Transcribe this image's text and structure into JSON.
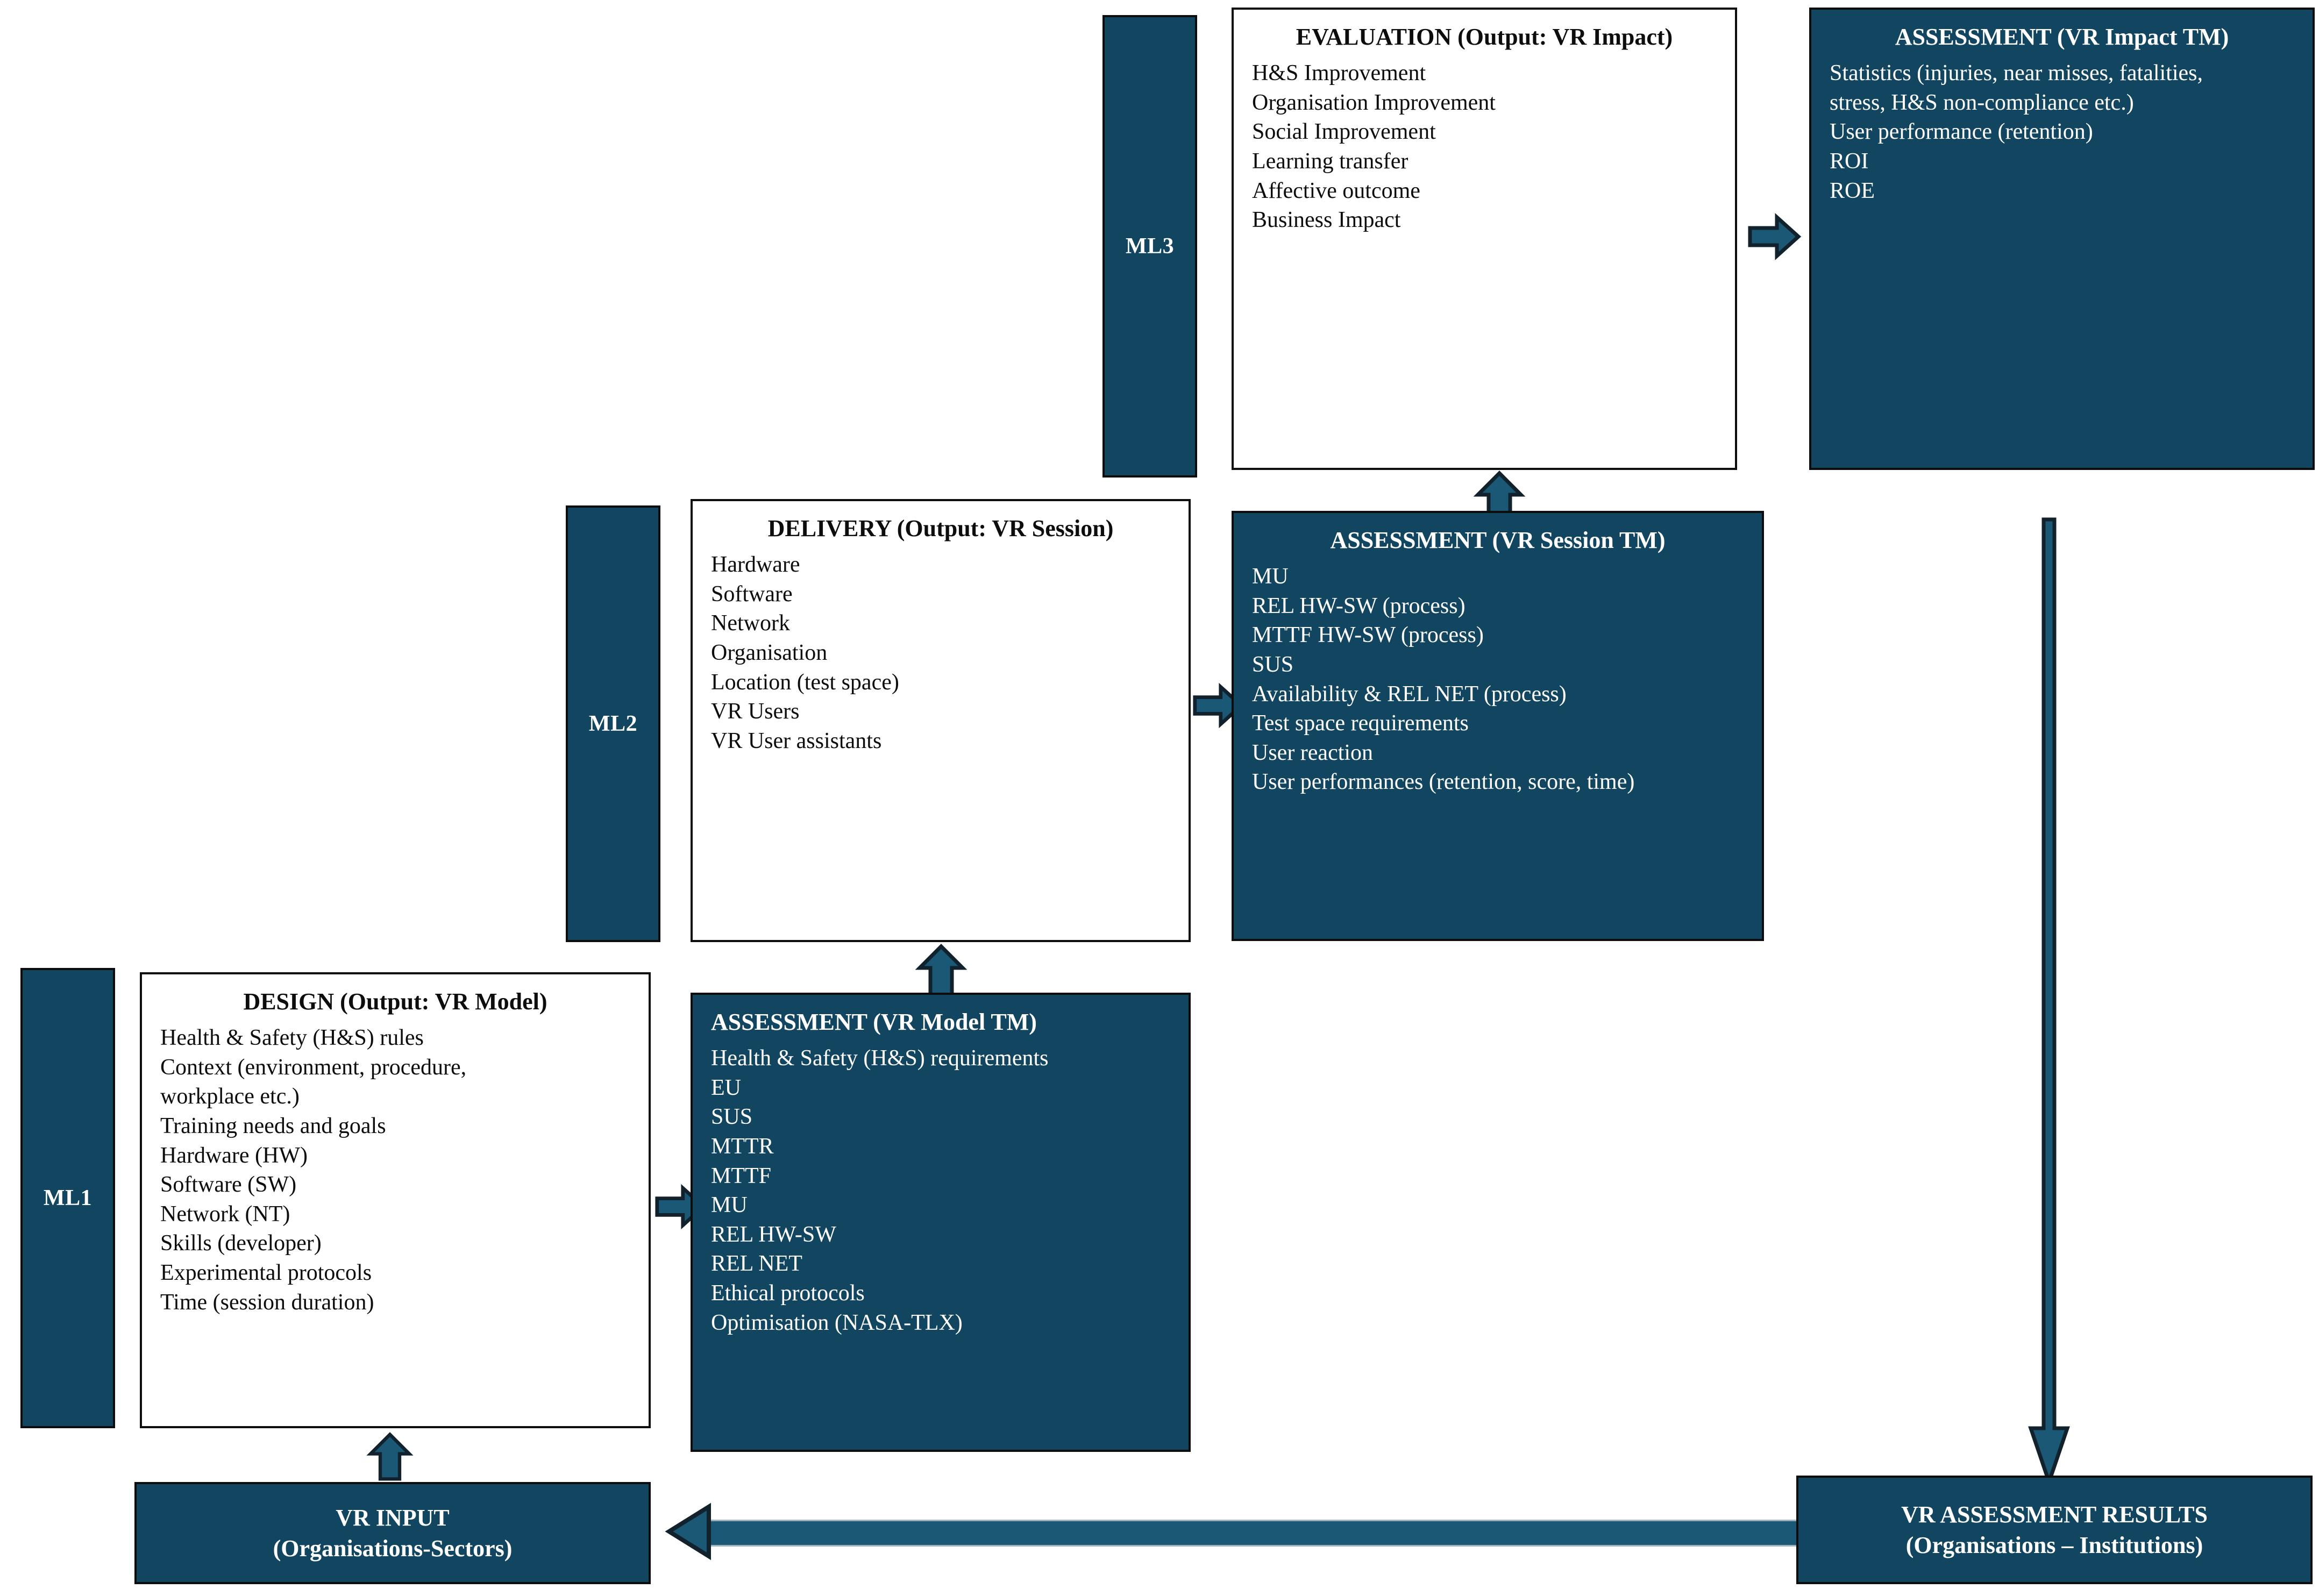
{
  "theme": {
    "dark_blue": "#124660",
    "arrow_blue": "#1b5876",
    "outline": "#0d0d0d",
    "text_on_dark": "#ffffff",
    "text_on_light": "#0d0d0d"
  },
  "maturity_levels": [
    {
      "id": "ml1",
      "label": "ML1"
    },
    {
      "id": "ml2",
      "label": "ML2"
    },
    {
      "id": "ml3",
      "label": "ML3"
    }
  ],
  "blocks": {
    "design": {
      "title": "DESIGN (Output: VR Model)",
      "items": [
        "Health & Safety (H&S) rules",
        "Context (environment, procedure,\nworkplace etc.)",
        "Training needs and goals",
        "Hardware (HW)",
        "Software (SW)",
        "Network (NT)",
        "Skills (developer)",
        "Experimental protocols",
        "Time (session duration)"
      ]
    },
    "assessment_model": {
      "title": "ASSESSMENT (VR Model TM)",
      "items": [
        "Health & Safety (H&S) requirements",
        "EU",
        "SUS",
        "MTTR",
        "MTTF",
        "MU",
        "REL HW-SW",
        "REL NET",
        "Ethical protocols",
        "Optimisation (NASA-TLX)"
      ]
    },
    "delivery": {
      "title": "DELIVERY (Output: VR Session)",
      "items": [
        "Hardware",
        "Software",
        "Network",
        "Organisation",
        "Location (test space)",
        "VR Users",
        "VR User assistants"
      ]
    },
    "assessment_session": {
      "title": "ASSESSMENT (VR Session TM)",
      "items": [
        "MU",
        "REL HW-SW (process)",
        "MTTF HW-SW (process)",
        "SUS",
        "Availability & REL NET (process)",
        "Test space requirements",
        "User reaction",
        "User performances (retention, score, time)"
      ]
    },
    "evaluation": {
      "title": "EVALUATION (Output: VR Impact)",
      "items": [
        "H&S Improvement",
        "Organisation Improvement",
        "Social Improvement",
        "Learning transfer",
        "Affective outcome",
        "Business Impact"
      ]
    },
    "assessment_impact": {
      "title": "ASSESSMENT (VR Impact TM)",
      "items": [
        "Statistics (injuries, near misses, fatalities,\nstress, H&S non-compliance etc.)",
        "User performance (retention)",
        "ROI",
        "ROE"
      ]
    },
    "vr_input": {
      "line1": "VR INPUT",
      "line2": "(Organisations-Sectors)"
    },
    "vr_results": {
      "line1": "VR ASSESSMENT RESULTS",
      "line2": "(Organisations – Institutions)"
    }
  },
  "connectors": [
    {
      "id": "input-to-design",
      "direction": "up",
      "from": "vr_input",
      "to": "design"
    },
    {
      "id": "design-to-assessment-model",
      "direction": "right",
      "from": "design",
      "to": "assessment_model"
    },
    {
      "id": "assessment-model-to-delivery",
      "direction": "up",
      "from": "assessment_model",
      "to": "delivery"
    },
    {
      "id": "delivery-to-assessment-session",
      "direction": "right",
      "from": "delivery",
      "to": "assessment_session"
    },
    {
      "id": "assessment-session-to-evaluation",
      "direction": "up",
      "from": "assessment_session",
      "to": "evaluation"
    },
    {
      "id": "evaluation-to-assessment-impact",
      "direction": "right",
      "from": "evaluation",
      "to": "assessment_impact"
    },
    {
      "id": "assessment-impact-to-results",
      "direction": "down",
      "from": "assessment_impact",
      "to": "vr_results"
    },
    {
      "id": "results-to-input",
      "direction": "left",
      "from": "vr_results",
      "to": "vr_input"
    }
  ]
}
